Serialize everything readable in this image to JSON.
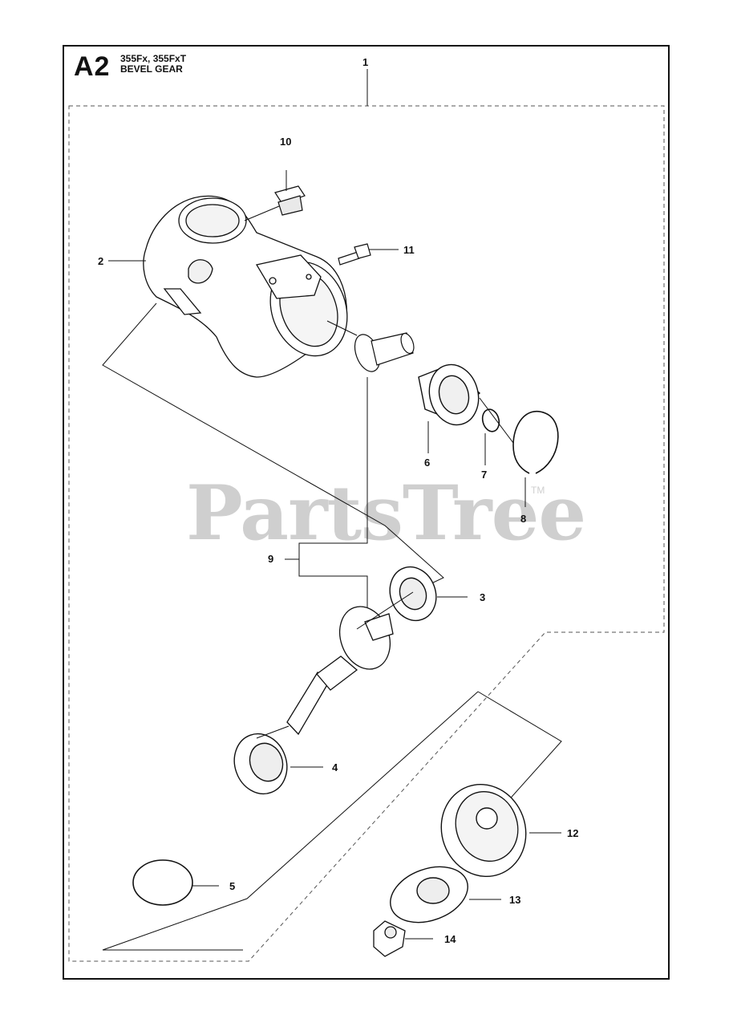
{
  "header": {
    "page_code": "A2",
    "models": "355Fx, 355FxT",
    "section_title": "BEVEL GEAR"
  },
  "watermark": {
    "text": "PartsTree",
    "tm": "TM"
  },
  "callouts": {
    "c1": "1",
    "c2": "2",
    "c3": "3",
    "c4": "4",
    "c5": "5",
    "c6": "6",
    "c7": "7",
    "c8": "8",
    "c9": "9",
    "c10": "10",
    "c11": "11",
    "c12": "12",
    "c13": "13",
    "c14": "14"
  }
}
